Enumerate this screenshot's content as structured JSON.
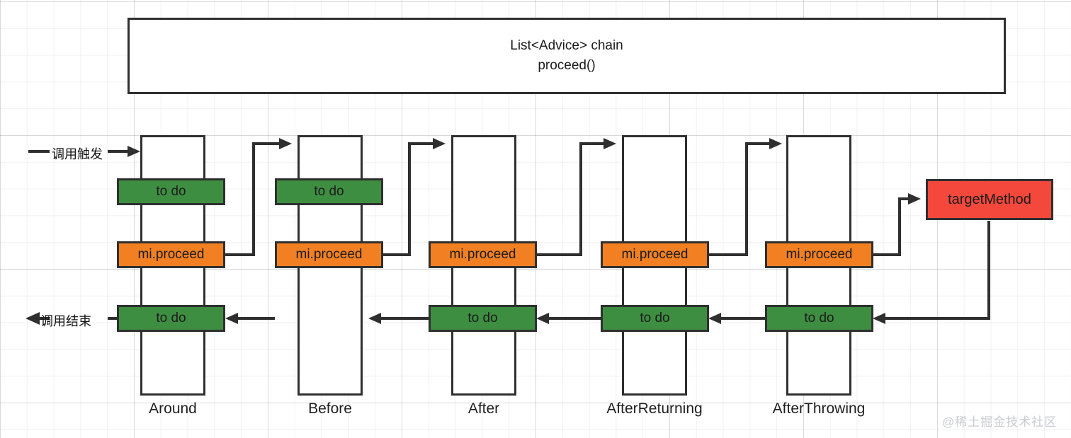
{
  "diagram": {
    "title_box": {
      "line1": "List<Advice> chain",
      "line2": "proceed()"
    },
    "entry_label": "调用触发",
    "exit_label": "调用结束",
    "target": {
      "label": "targetMethod",
      "color": "#f4483c"
    },
    "colors": {
      "green": "#3e8e41",
      "orange": "#f28022",
      "red": "#f4483c",
      "stroke": "#2f2f2f",
      "background": "#ffffff",
      "grid": "#e8e8ea"
    },
    "labels": {
      "to_do": "to do",
      "mi_proceed": "mi.proceed"
    },
    "columns": [
      {
        "name": "Around",
        "caption": "Around",
        "has_top_todo": true,
        "has_proceed": true,
        "has_bottom_todo": true
      },
      {
        "name": "Before",
        "caption": "Before",
        "has_top_todo": true,
        "has_proceed": true,
        "has_bottom_todo": false
      },
      {
        "name": "After",
        "caption": "After",
        "has_top_todo": false,
        "has_proceed": true,
        "has_bottom_todo": true
      },
      {
        "name": "AfterReturning",
        "caption": "AfterReturning",
        "has_top_todo": false,
        "has_proceed": true,
        "has_bottom_todo": true
      },
      {
        "name": "AfterThrowing",
        "caption": "AfterThrowing",
        "has_top_todo": false,
        "has_proceed": true,
        "has_bottom_todo": true
      }
    ],
    "watermark": "@稀土掘金技术社区"
  }
}
